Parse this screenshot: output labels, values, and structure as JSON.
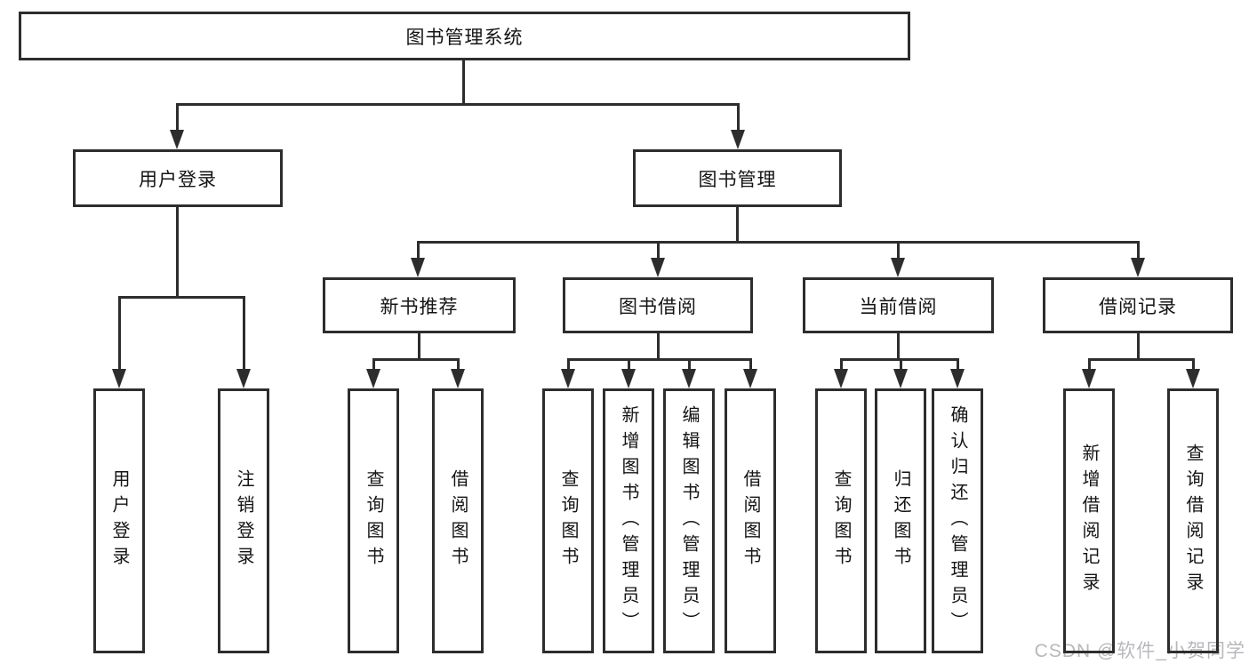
{
  "tree": {
    "root": {
      "label": "图书管理系统"
    },
    "branches": [
      {
        "label": "用户登录",
        "children": [
          {
            "label": "用户登录"
          },
          {
            "label": "注销登录"
          }
        ]
      },
      {
        "label": "图书管理",
        "groups": [
          {
            "label": "新书推荐",
            "children": [
              {
                "label": "查询图书"
              },
              {
                "label": "借阅图书"
              }
            ]
          },
          {
            "label": "图书借阅",
            "children": [
              {
                "label": "查询图书"
              },
              {
                "label": "新增图书（管理员）"
              },
              {
                "label": "编辑图书（管理员）"
              },
              {
                "label": "借阅图书"
              }
            ]
          },
          {
            "label": "当前借阅",
            "children": [
              {
                "label": "查询图书"
              },
              {
                "label": "归还图书"
              },
              {
                "label": "确认归还（管理员）"
              }
            ]
          },
          {
            "label": "借阅记录",
            "children": [
              {
                "label": "新增借阅记录"
              },
              {
                "label": "查询借阅记录"
              }
            ]
          }
        ]
      }
    ]
  },
  "watermark": {
    "text": "CSDN @软件_小贺同学"
  },
  "colors": {
    "line": "#2d2d2d",
    "text": "#141414",
    "watermark": "#b8b8bc",
    "background": "#ffffff"
  }
}
